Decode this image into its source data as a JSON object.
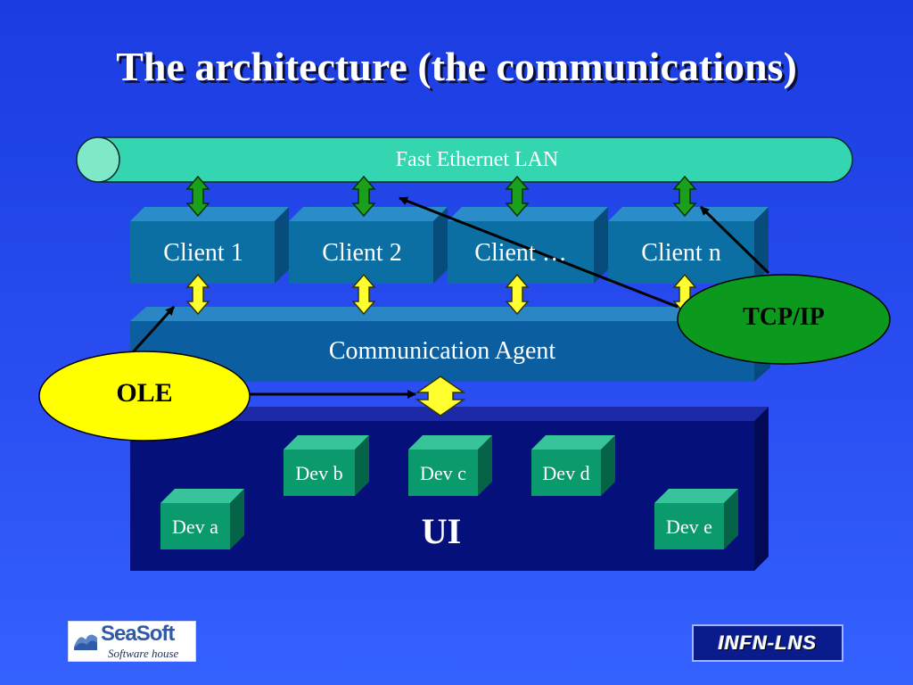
{
  "title": "The architecture (the communications)",
  "lan": {
    "label": "Fast Ethernet LAN"
  },
  "clients": [
    "Client 1",
    "Client 2",
    "Client …",
    "Client n"
  ],
  "agent": {
    "label": "Communication Agent"
  },
  "ui": {
    "label": "UI"
  },
  "devices": [
    "Dev a",
    "Dev b",
    "Dev c",
    "Dev d",
    "Dev e"
  ],
  "callouts": {
    "ole": "OLE",
    "tcpip": "TCP/IP"
  },
  "logos": {
    "seasoft_name": "SeaSoft",
    "seasoft_tagline": "Software house",
    "infn_name": "INFN-LNS"
  },
  "colors": {
    "background": "#2444ee",
    "lan_bar": "#33d6b0",
    "client_box": "#0b6fa3",
    "agent_box": "#0b5fa0",
    "ui_box": "#05107a",
    "device_box": "#0a9a6e",
    "ole_ellipse": "#ffff00",
    "tcp_ellipse": "#0c9a1e",
    "lan_arrow": "#1aa01a",
    "agent_arrow": "#ffff30"
  },
  "icons": [
    "double-arrow-green",
    "double-arrow-yellow",
    "arrow-black"
  ]
}
